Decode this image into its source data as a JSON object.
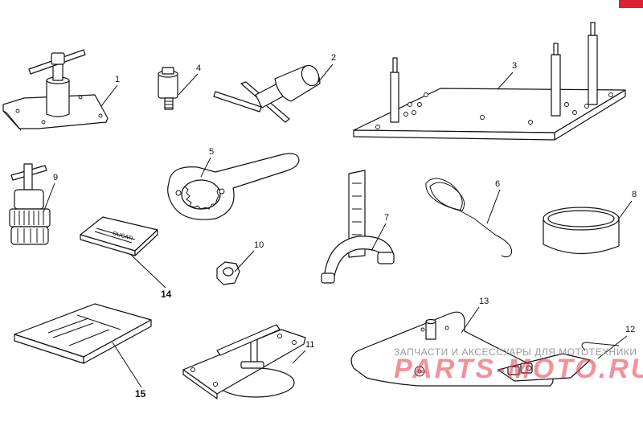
{
  "callouts": {
    "n1": "1",
    "n2": "2",
    "n3": "3",
    "n4": "4",
    "n5": "5",
    "n6": "6",
    "n7": "7",
    "n8": "8",
    "n9": "9",
    "n10": "10",
    "n11": "11",
    "n12": "12",
    "n13": "13",
    "n14": "14",
    "n15": "15"
  },
  "booklet_text": "DUCATI",
  "watermark": {
    "caption": "ЗАПЧАСТИ И АКСЕССУАРЫ ДЛЯ МОТОТЕХНИКИ",
    "brand": "PARTS-MOTO.RU"
  },
  "colors": {
    "ink": "#111111",
    "watermark": "#e8394a",
    "corner_mark": "#d9232e"
  }
}
